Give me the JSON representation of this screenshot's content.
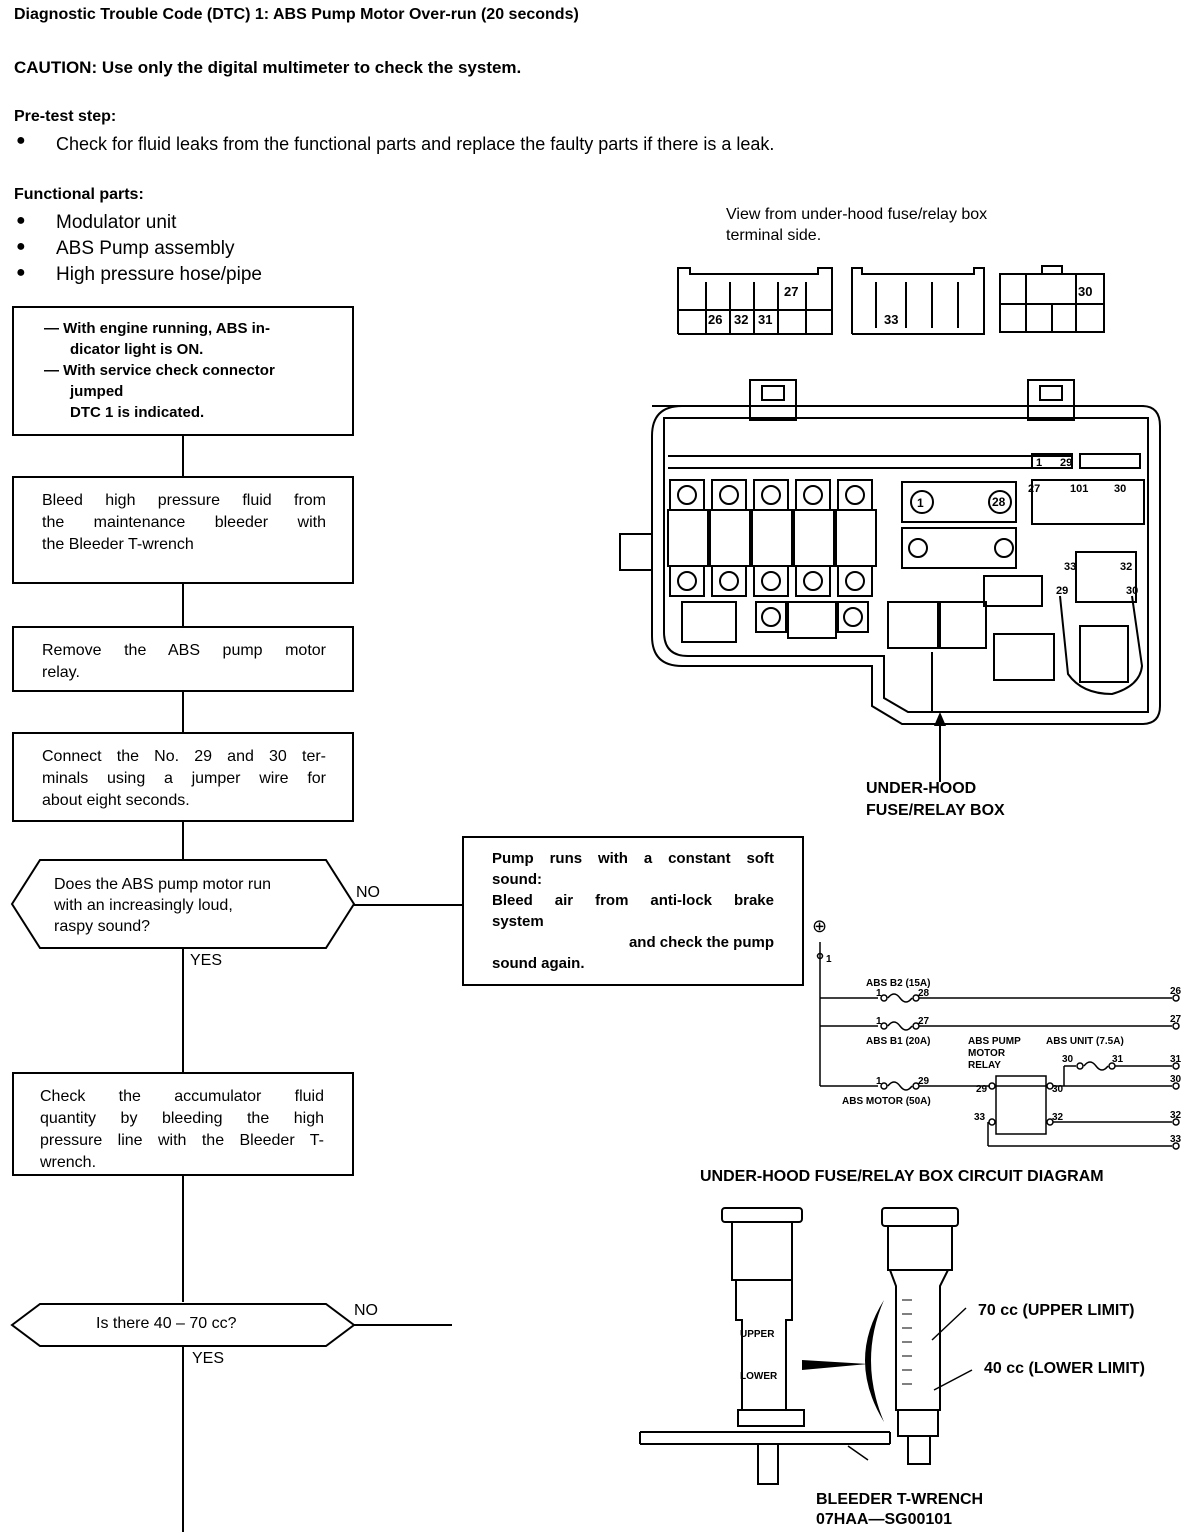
{
  "header": {
    "title": "Diagnostic Trouble Code (DTC) 1: ABS Pump Motor Over-run (20 seconds)",
    "caution": "CAUTION:  Use only the digital multimeter to check the system."
  },
  "pretest": {
    "heading": "Pre-test step:",
    "item": "Check for fluid leaks from the functional parts and replace the faulty parts if there is a leak."
  },
  "functional": {
    "heading": "Functional parts:",
    "items": [
      "Modulator unit",
      "ABS Pump assembly",
      "High pressure hose/pipe"
    ]
  },
  "flow": {
    "start": {
      "line1": "— With engine running, ABS in-",
      "line2": "dicator light is ON.",
      "line3": "— With service check connector",
      "line4": "jumped",
      "line5": "DTC 1 is indicated."
    },
    "bleed": [
      "Bleed high pressure fluid from",
      "the maintenance bleeder with",
      "the Bleeder T-wrench"
    ],
    "remove": [
      "Remove the ABS pump motor",
      "relay."
    ],
    "connect": [
      "Connect the No. 29 and 30 ter-",
      "minals using a jumper wire for",
      "about eight seconds."
    ],
    "question1": [
      "Does the ABS pump motor run",
      "with an increasingly loud,",
      "raspy sound?"
    ],
    "q1_no": "NO",
    "q1_yes": "YES",
    "pump_runs": {
      "l1": "Pump runs with a constant soft",
      "l2": "sound:",
      "l3": "Bleed air from anti-lock brake",
      "l4": "system",
      "l5": "and check the pump",
      "l6": "sound again."
    },
    "check": [
      "Check the accumulator fluid",
      "quantity by bleeding the high",
      "pressure line with the Bleeder T-",
      "wrench."
    ],
    "question2": "Is there 40 – 70 cc?",
    "q2_no": "NO",
    "q2_yes": "YES"
  },
  "fuse_box": {
    "view_note_1": "View from under-hood fuse/relay box",
    "view_note_2": "terminal side.",
    "terminals": {
      "t27": "27",
      "t26": "26",
      "t32": "32",
      "t31": "31",
      "t33": "33",
      "t30": "30"
    },
    "label_1": "UNDER-HOOD",
    "label_2": "FUSE/RELAY BOX",
    "fuse_numbers": {
      "f1": "1",
      "f29": "29",
      "f27": "27",
      "f101": "101",
      "f28": "28",
      "f30": "30",
      "r33": "33",
      "r32": "32",
      "r29": "29",
      "r30": "30"
    }
  },
  "circuit": {
    "plus": "⊕",
    "n1": "1",
    "abs2": "ABS B2 (15A)",
    "abs1": "ABS B1 (20A)",
    "motor": "ABS MOTOR (50A)",
    "relay_1": "ABS PUMP",
    "relay_2": "MOTOR",
    "relay_3": "RELAY",
    "unit": "ABS UNIT (7.5A)",
    "nums": {
      "a1": "1",
      "a28": "28",
      "b1": "1",
      "b27": "27",
      "c1": "1",
      "c29": "29",
      "r29": "29",
      "r30": "30",
      "r33": "33",
      "r32": "32",
      "u30": "30",
      "u31": "31"
    },
    "ends": [
      "26",
      "27",
      "31",
      "30",
      "32",
      "33"
    ],
    "title": "UNDER-HOOD FUSE/RELAY BOX CIRCUIT DIAGRAM"
  },
  "tool": {
    "upper_mark": "UPPER",
    "lower_mark": "LOWER",
    "upper_limit": "70 cc (UPPER LIMIT)",
    "lower_limit": "40 cc (LOWER LIMIT)",
    "name_1": "BLEEDER T-WRENCH",
    "name_2": "07HAA—SG00101"
  }
}
